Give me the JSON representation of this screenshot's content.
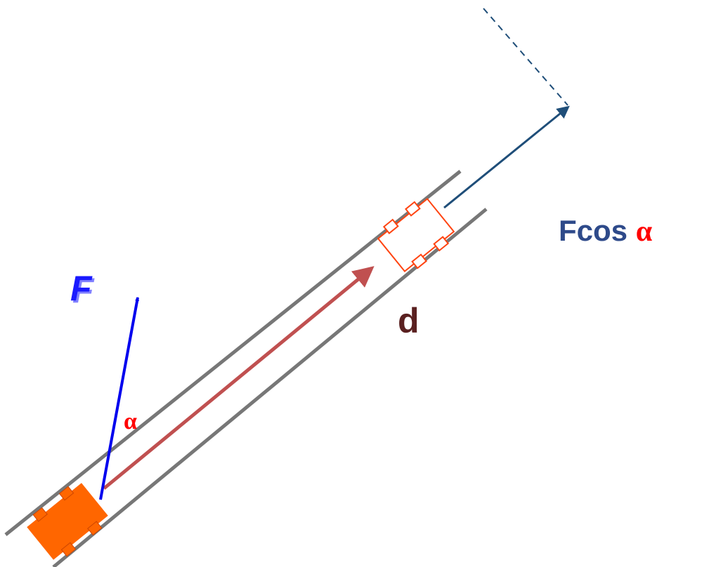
{
  "labels": {
    "force": "F",
    "angle": "α",
    "displacement": "d",
    "component_prefix": "Fcos ",
    "component_angle": "α"
  },
  "colors": {
    "rail": "#777777",
    "force_arrow": "#0000ee",
    "force_label": "#1a1aff",
    "force_label_shadow": "#8080ff",
    "displacement_arrow": "#c05050",
    "displacement_label": "#5a2020",
    "component_arrow": "#1f4e79",
    "component_label": "#2e4a8a",
    "angle_label": "#ff0000",
    "car_fill": "#ff6600",
    "car_outline": "#ff4411"
  }
}
